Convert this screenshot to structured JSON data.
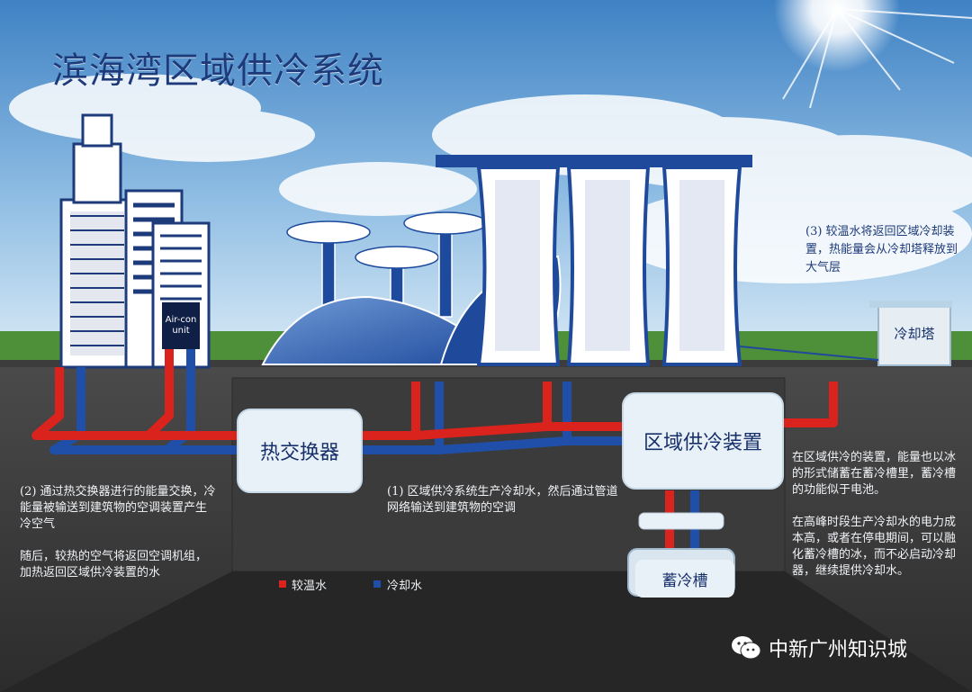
{
  "title": "滨海湾区域供冷系统",
  "aircon_label": "Air-con unit",
  "heat_exchanger_label": "热交换器",
  "district_cooling_label": "区域供冷装置",
  "storage_tank_label": "蓄冷槽",
  "cooling_tower_label": "冷却塔",
  "notes": {
    "step1": "(1) 区域供冷系统生产冷却水，然后通过管道网络输送到建筑物的空调",
    "step2": "(2) 通过热交换器进行的能量交换，冷能量被输送到建筑物的空调装置产生冷空气",
    "step2b": "随后，较热的空气将返回空调机组，加热返回区域供冷装置的水",
    "step3": "(3) 较温水将返回区域冷却装置，热能量会从冷却塔释放到大气层",
    "storage1": "在区域供冷的装置，能量也以冰的形式储蓄在蓄冷槽里，蓄冷槽的功能似于电池。",
    "storage2": "在高峰时段生产冷却水的电力成本高，或者在停电期间，可以融化蓄冷槽的冰，而不必启动冷却器，继续提供冷却水。"
  },
  "legend": {
    "warm": "较温水",
    "cold": "冷却水"
  },
  "brand": "中新广州知识城",
  "colors": {
    "warm_pipe": "#d9231c",
    "cold_pipe": "#1f4fa8",
    "box_fill": "#e9f1f8",
    "text_blue": "#1d3a7a"
  },
  "icons": {
    "brand": "wechat-icon"
  }
}
